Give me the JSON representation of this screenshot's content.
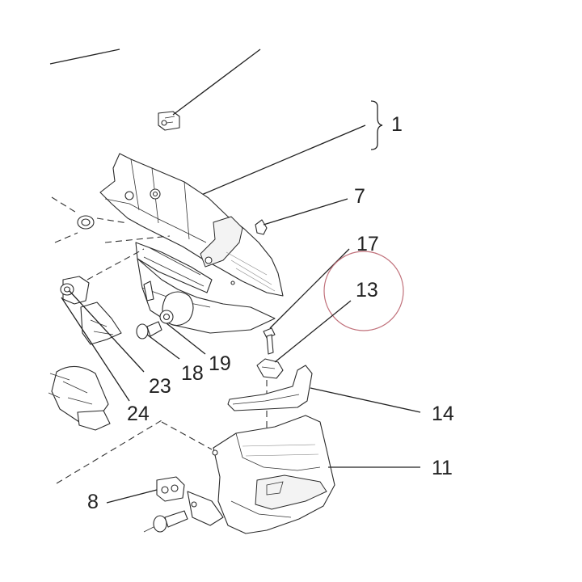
{
  "diagram": {
    "labels": {
      "l1": "1",
      "l7": "7",
      "l17": "17",
      "l13": "13",
      "l19": "19",
      "l18": "18",
      "l23": "23",
      "l24": "24",
      "l14": "14",
      "l11": "11",
      "l8": "8"
    },
    "colors": {
      "line": "#222222",
      "highlight_circle": "#c0707a",
      "background": "#ffffff"
    },
    "highlighted_part": "13"
  }
}
